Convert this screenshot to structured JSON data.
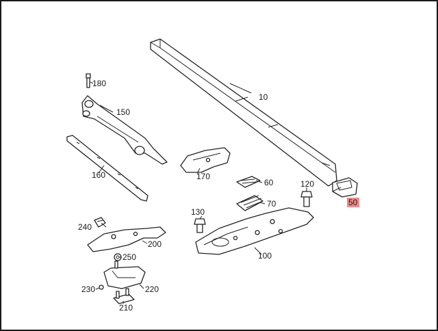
{
  "diagram": {
    "callouts": [
      {
        "id": "p10",
        "text": "10"
      },
      {
        "id": "p50",
        "text": "50",
        "highlighted": true
      },
      {
        "id": "p60",
        "text": "60"
      },
      {
        "id": "p70",
        "text": "70"
      },
      {
        "id": "p100",
        "text": "100"
      },
      {
        "id": "p120",
        "text": "120"
      },
      {
        "id": "p130",
        "text": "130"
      },
      {
        "id": "p150",
        "text": "150"
      },
      {
        "id": "p160",
        "text": "160"
      },
      {
        "id": "p170",
        "text": "170"
      },
      {
        "id": "p180",
        "text": "180"
      },
      {
        "id": "p200",
        "text": "200"
      },
      {
        "id": "p210",
        "text": "210"
      },
      {
        "id": "p220",
        "text": "220"
      },
      {
        "id": "p230",
        "text": "230"
      },
      {
        "id": "p240",
        "text": "240"
      },
      {
        "id": "p250",
        "text": "250"
      }
    ],
    "highlight_color": "#f08a8a"
  }
}
